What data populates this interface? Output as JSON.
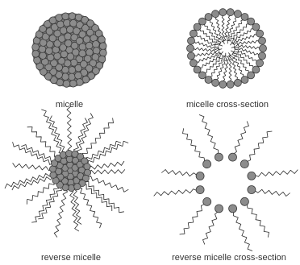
{
  "captions": {
    "micelle": "micelle",
    "micelle_cross_section": "micelle cross-section",
    "reverse_micelle": "reverse micelle",
    "reverse_micelle_cross_section": "reverse micelle cross-section"
  },
  "colors": {
    "head_fill": "#8c8c8c",
    "head_stroke": "#3a3a3a",
    "tail_stroke": "#2a2a2a",
    "caption_text": "#333333",
    "background": "#ffffff"
  }
}
